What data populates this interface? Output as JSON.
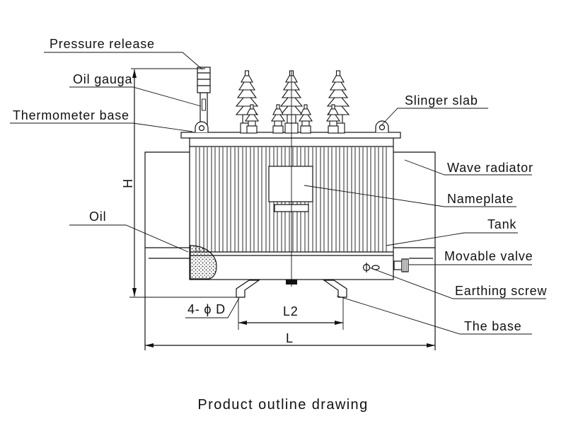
{
  "callouts": {
    "pressure_release": "Pressure release",
    "oil_gauga": "Oil gauga",
    "thermometer_base": "Thermometer base",
    "oil": "Oil",
    "slinger_slab": "Slinger slab",
    "wave_radiator": "Wave radiator",
    "nameplate": "Nameplate",
    "tank": "Tank",
    "movable_valve": "Movable valve",
    "earthing_screw": "Earthing screw",
    "the_base": "The base"
  },
  "dimensions": {
    "height": "H",
    "mounting_holes": "4- ϕ D",
    "base_spacing": "L2",
    "overall_length": "L"
  },
  "caption": "Product outline drawing"
}
